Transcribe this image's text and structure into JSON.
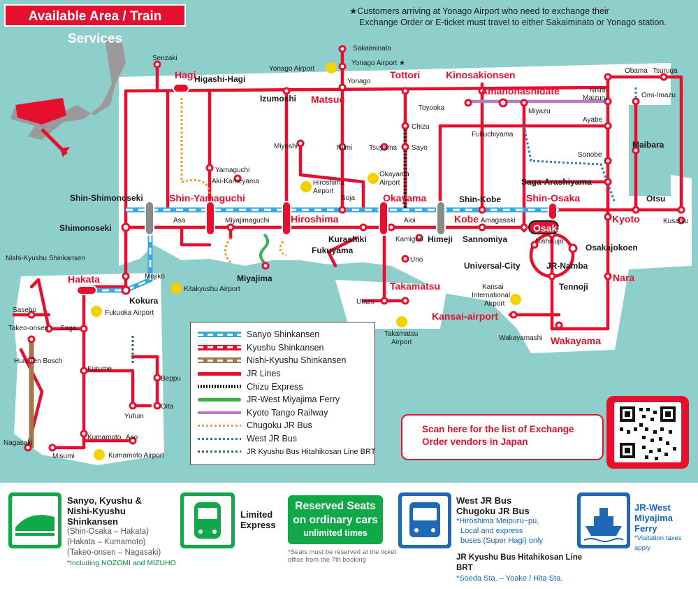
{
  "header": {
    "title": "Available Area / Train Services"
  },
  "notice": {
    "line1": "★Customers arriving at Yonago Airport who need to exchange their",
    "line2": "Exchange Order or E-ticket must travel to either Sakaiminato or Yonago station."
  },
  "colors": {
    "jr_red": "#e60f2d",
    "sanyo_blue": "#37a8e0",
    "nishi_kyushu_brown": "#a0784a",
    "chizu_black": "#1a1a1a",
    "ferry_green": "#3cb04a",
    "kyoto_tango_purple": "#b37cc4",
    "bus_orange": "#f29a3a",
    "west_bus_blue": "#2a7cc7",
    "brt_green": "#1f7a35",
    "sea": "#8ecfcc",
    "land": "#ffffff"
  },
  "stations": {
    "hagi": "Hagi",
    "higashi_hagi": "Higashi-Hagi",
    "senzaki": "Senzaki",
    "izumoshi": "Izumoshi",
    "matsue": "Matsue",
    "yonago": "Yonago",
    "yonago_airport": "Yonago Airport",
    "yonago_airport_star": "Yonago Airport ★",
    "sakaiminato": "Sakaiminato",
    "tottori": "Tottori",
    "kinosakionsen": "Kinosakionsen",
    "amanohashidate": "Amanohashidate",
    "toyooka": "Toyooka",
    "miyazu": "Miyazu",
    "fukuchiyama": "Fukuchiyama",
    "obama": "Obama",
    "tsuruga": "Tsuruga",
    "nishi_maizuru_1": "Nishi-",
    "nishi_maizuru_2": "Maizuru",
    "omi_imazu": "Omi-Imazu",
    "ayabe": "Ayabe",
    "sonobe": "Sonobe",
    "maibara": "Maibara",
    "chizu": "Chizu",
    "sayo": "Sayo",
    "tsuyama": "Tsuyama",
    "niimi": "Niimi",
    "miyoshi": "Miyoshi",
    "yamaguchi": "Yamaguchi",
    "aki_kameyama": "Aki-Kameyama",
    "hiroshima_airport_1": "Hiroshima",
    "hiroshima_airport_2": "Airport",
    "okayama_airport_1": "Okayama",
    "okayama_airport_2": "Airport",
    "shin_shimonoseki": "Shin-Shimonoseki",
    "shin_yamaguchi": "Shin-Yamaguchi",
    "shimonoseki": "Shimonoseki",
    "asa": "Asa",
    "miyajimaguchi": "Miyajimaguchi",
    "hiroshima": "Hiroshima",
    "okayama": "Okayama",
    "soja": "Soja",
    "aioi": "Aioi",
    "shin_kobe": "Shin-Kobe",
    "saga_arashiyama": "Saga-Arashiyama",
    "shin_osaka": "Shin-Osaka",
    "otsu": "Otsu",
    "kyoto": "Kyoto",
    "kusatsu": "Kusatsu",
    "kobe": "Kobe",
    "amagasaki": "Amagasaki",
    "osaka": "Osaka",
    "sannomiya": "Sannomiya",
    "himeji": "Himeji",
    "kamigori": "Kamigori",
    "kurashiki": "Kurashiki",
    "fukuyama": "Fukuyama",
    "miyajima": "Miyajima",
    "nishikujo": "Nishikujo",
    "osakajokoen": "Osakajokoen",
    "universal_city": "Universal-City",
    "jr_namba": "JR-Namba",
    "tennoji": "Tennoji",
    "nara": "Nara",
    "uno": "Uno",
    "takamatsu": "Takamatsu",
    "utazu": "Utazu",
    "takamatsu_airport_1": "Takamatsu",
    "takamatsu_airport_2": "Airport",
    "kansai_intl_1": "Kansai",
    "kansai_intl_2": "International",
    "kansai_intl_3": "Airport",
    "kansai_airport": "Kansai-airport",
    "wakayamashi": "Wakayamashi",
    "wakayama": "Wakayama",
    "mojiko": "Mojiko",
    "kitakyushu_airport": "Kitakyushu Airport",
    "kokura": "Kokura",
    "hakata": "Hakata",
    "fukuoka_airport": "Fukuoka Airport",
    "nishi_kyushu_shinkansen": "Nishi-Kyushu Shinkansen",
    "sasebo": "Sasebo",
    "takeo_onsen": "Takeo-onsen",
    "saga": "Saga",
    "huis_ten_bosch": "Huis Ten Bosch",
    "kurume": "Kurume",
    "beppu": "Beppu",
    "oita": "Oita",
    "yufuin": "Yufuin",
    "kumamoto": "Kumamoto",
    "aso": "Aso",
    "misumi": "Misumi",
    "kumamoto_airport": "Kumamoto Airport",
    "nagasaki": "Nagasaki"
  },
  "legend": [
    {
      "label": "Sanyo Shinkansen",
      "style": "sanyo"
    },
    {
      "label": "Kyushu Shinkansen",
      "style": "kyushu"
    },
    {
      "label": "Nishi-Kyushu Shinkansen",
      "style": "nishikyushu"
    },
    {
      "label": "JR Lines",
      "style": "jr"
    },
    {
      "label": "Chizu Express",
      "style": "chizu"
    },
    {
      "label": "JR-West Miyajima Ferry",
      "style": "ferry"
    },
    {
      "label": "Kyoto Tango Railway",
      "style": "tango"
    },
    {
      "label": "Chugoku JR Bus",
      "style": "chugokubus"
    },
    {
      "label": "West JR Bus",
      "style": "westbus"
    },
    {
      "label": "JR Kyushu Bus Hitahikosan Line BRT",
      "style": "brt"
    }
  ],
  "qr": {
    "line1": "Scan here for the list of Exchange",
    "line2": "Order vendors in Japan"
  },
  "services": {
    "shinkansen": {
      "title1": "Sanyo, Kyushu &",
      "title2": "Nishi-Kyushu Shinkansen",
      "sub1": "(Shin-Osaka – Hakata)",
      "sub2": "(Hakata – Kumamoto)",
      "sub3": "(Takeo-onsen – Nagasaki)",
      "note": "*Including NOZOMI and MIZUHO"
    },
    "limited": {
      "title1": "Limited",
      "title2": "Express"
    },
    "reserved": {
      "line1": "Reserved Seats",
      "line2": "on ordinary cars",
      "line3": "unlimited times",
      "note1": "*Seats must be reserved at the ticket",
      "note2": "office from the 7th booking"
    },
    "bus": {
      "title1": "West JR Bus",
      "title2": "Chugoku JR Bus",
      "sub1": "*Hiroshima Meipuru~pu,",
      "sub2": "Local and express",
      "sub3": "buses (Super Hagi) only",
      "brt_title": "JR Kyushu Bus Hitahikosan Line BRT",
      "brt_sub": "*Soeda Sta. – Yoake / Hita Sta."
    },
    "ferry": {
      "title1": "JR-West",
      "title2": "Miyajima Ferry",
      "note": "*Visitation taxes apply"
    }
  }
}
